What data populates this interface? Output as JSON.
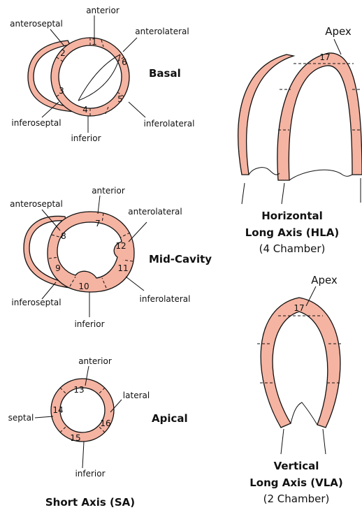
{
  "basal": {
    "title": "Basal",
    "labels": {
      "anterior": "anterior",
      "anterolateral": "anterolateral",
      "inferolateral": "inferolateral",
      "inferior": "inferior",
      "inferoseptal": "inferoseptal",
      "anteroseptal": "anteroseptal"
    },
    "segments": [
      "1",
      "2",
      "3",
      "4",
      "5",
      "6"
    ]
  },
  "mid": {
    "title": "Mid-Cavity",
    "labels": {
      "anterior": "anterior",
      "anterolateral": "anterolateral",
      "inferolateral": "inferolateral",
      "inferior": "inferior",
      "inferoseptal": "inferoseptal",
      "anteroseptal": "anteroseptal"
    },
    "segments": [
      "7",
      "8",
      "9",
      "10",
      "11",
      "12"
    ]
  },
  "apical": {
    "title": "Apical",
    "labels": {
      "anterior": "anterior",
      "lateral": "lateral",
      "inferior": "inferior",
      "septal": "septal"
    },
    "segments": [
      "13",
      "14",
      "15",
      "16"
    ]
  },
  "short_axis": {
    "title": "Short Axis (SA)"
  },
  "hla": {
    "apex": "Apex",
    "segment": "17",
    "title_line1": "Horizontal",
    "title_line2": "Long Axis (HLA)",
    "subtitle": "(4 Chamber)"
  },
  "vla": {
    "apex": "Apex",
    "segment": "17",
    "title_line1": "Vertical",
    "title_line2": "Long Axis (VLA)",
    "subtitle": "(2 Chamber)"
  },
  "colors": {
    "myocardium": "#f5b3a1",
    "outline": "#111111"
  }
}
